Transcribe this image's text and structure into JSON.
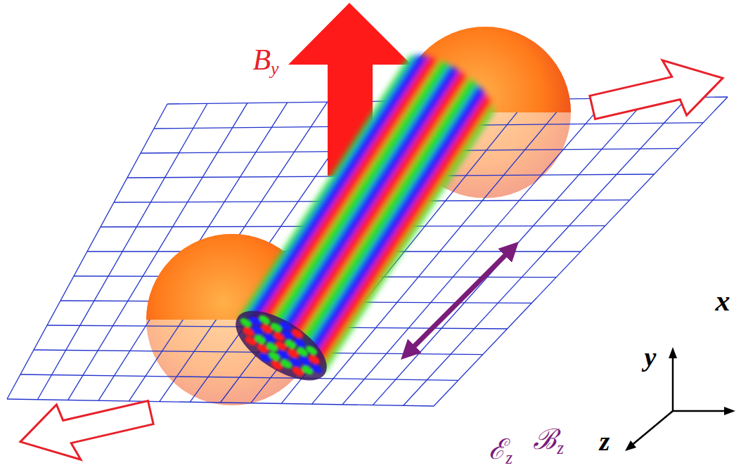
{
  "diagram": {
    "labels": [
      "By",
      "ℬz",
      "ℰz",
      "y",
      "x",
      "z"
    ]
  }
}
